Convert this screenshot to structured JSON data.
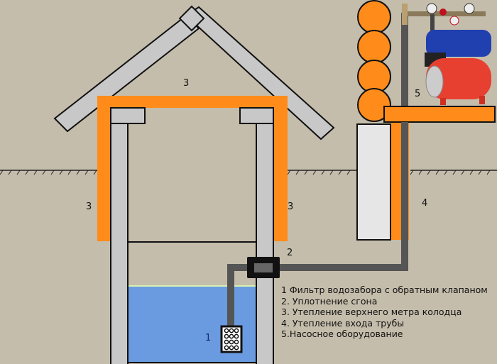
{
  "labels": {
    "roof_insulation": "3",
    "left_insulation": "3",
    "right_insulation": "3",
    "seal": "2",
    "pipe_insulation": "4",
    "pump": "5",
    "filter": "1"
  },
  "legend": [
    "1 Фильтр водозабора с обратным клапаном",
    "2. Уплотнение сгона",
    "3. Утепление верхнего метра колодца",
    "4. Утепление входа трубы",
    "5.Насосное оборудование"
  ],
  "colors": {
    "background": "#c5bdab",
    "insulation": "#ff8c1a",
    "concrete": "#c8c8c8",
    "water": "#6a9ae0",
    "pipe": "#555555"
  }
}
